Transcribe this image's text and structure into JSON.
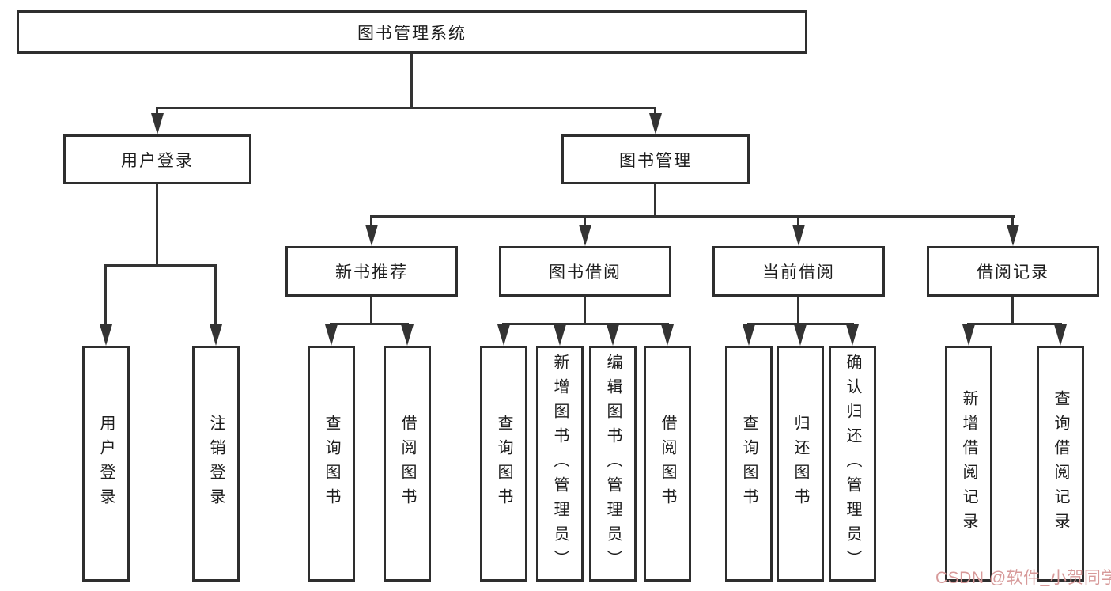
{
  "tree": {
    "root": {
      "label": "图书管理系统"
    },
    "login_branch": {
      "label": "用户登录",
      "children": [
        {
          "label": "用户登录"
        },
        {
          "label": "注销登录"
        }
      ]
    },
    "management_branch": {
      "label": "图书管理",
      "groups": [
        {
          "label": "新书推荐",
          "children": [
            {
              "label": "查询图书"
            },
            {
              "label": "借阅图书"
            }
          ]
        },
        {
          "label": "图书借阅",
          "children": [
            {
              "label": "查询图书"
            },
            {
              "label": "新增图书（管理员）"
            },
            {
              "label": "编辑图书（管理员）"
            },
            {
              "label": "借阅图书"
            }
          ]
        },
        {
          "label": "当前借阅",
          "children": [
            {
              "label": "查询图书"
            },
            {
              "label": "归还图书"
            },
            {
              "label": "确认归还（管理员）"
            }
          ]
        },
        {
          "label": "借阅记录",
          "children": [
            {
              "label": "新增借阅记录"
            },
            {
              "label": "查询借阅记录"
            }
          ]
        }
      ]
    }
  },
  "watermark": {
    "text": "CSDN @软件_小贺同学"
  },
  "colors": {
    "line": "#333333",
    "node_border": "#2e2e2e",
    "node_background": "#ffffff",
    "text": "#1d1d1d",
    "watermark": "#d79a9a"
  }
}
